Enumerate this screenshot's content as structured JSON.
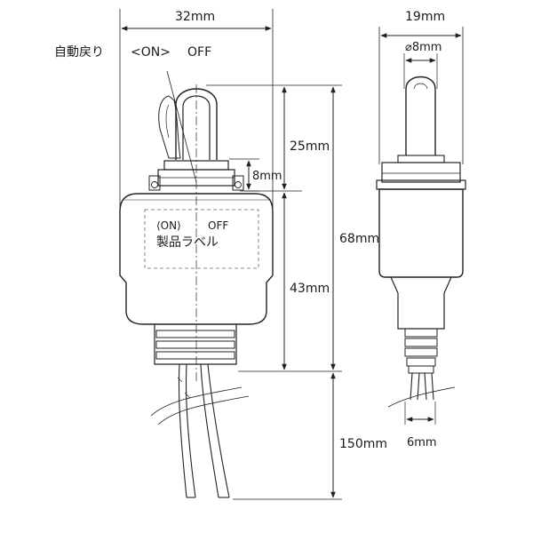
{
  "labels": {
    "width_front": "32mm",
    "width_side": "19mm",
    "diameter": "⌀8mm",
    "auto_return": "自動戻り",
    "on_top": "<ON>",
    "off_top": "OFF",
    "lever_height": "25mm",
    "nut_height": "8mm",
    "total_height": "68mm",
    "body_height": "43mm",
    "cable_length": "150mm",
    "cable_width": "6mm",
    "plate_on": "⟨ON⟩",
    "plate_off": "OFF",
    "plate_label": "製品ラベル"
  }
}
